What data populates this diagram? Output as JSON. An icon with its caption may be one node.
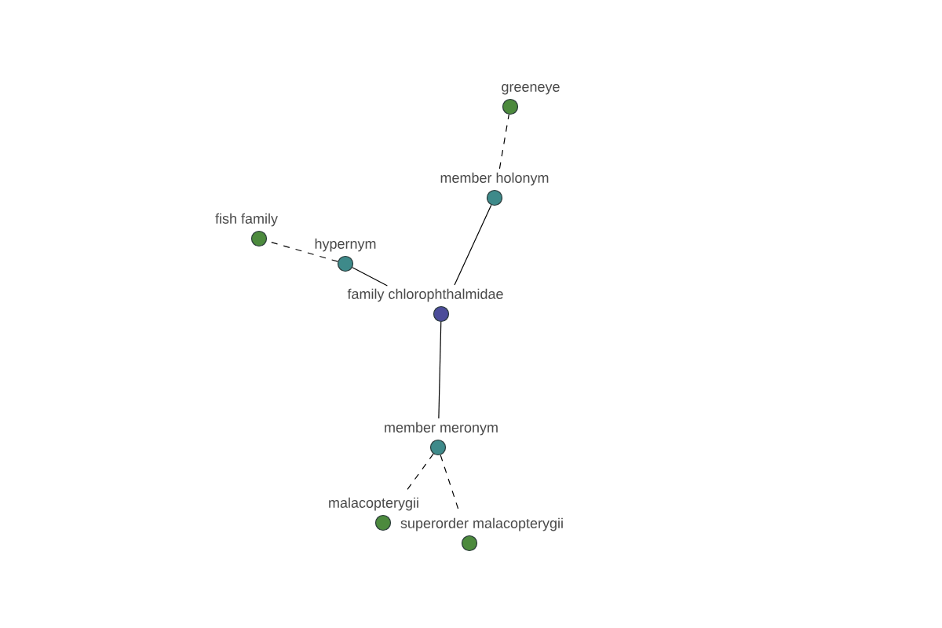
{
  "diagram": {
    "nodes": [
      {
        "text": [
          "greeneye"
        ]
      },
      {
        "text": [
          "member holonym"
        ]
      },
      {
        "text": [
          "fish family"
        ]
      },
      {
        "text": [
          "hypernym"
        ]
      },
      {
        "text": [
          "family chlorophthalmidae"
        ]
      },
      {
        "text": [
          "member meronym"
        ]
      },
      {
        "text": [
          "malacopterygii"
        ]
      },
      {
        "text": [
          "superorder malacopterygii"
        ]
      }
    ],
    "edges": [
      {
        "from": 4,
        "to": 1,
        "arrow": "none"
      },
      {
        "from": 1,
        "to": 0,
        "arrow": "none",
        "style": "dashed"
      },
      {
        "from": 4,
        "to": 3,
        "arrow": "none"
      },
      {
        "from": 3,
        "to": 2,
        "arrow": "none",
        "style": "dashed"
      },
      {
        "from": 4,
        "to": 5,
        "arrow": "none"
      },
      {
        "from": 5,
        "to": 6,
        "arrow": "none",
        "style": "dashed"
      },
      {
        "from": 5,
        "to": 7,
        "arrow": "none",
        "style": "dashed"
      }
    ]
  }
}
